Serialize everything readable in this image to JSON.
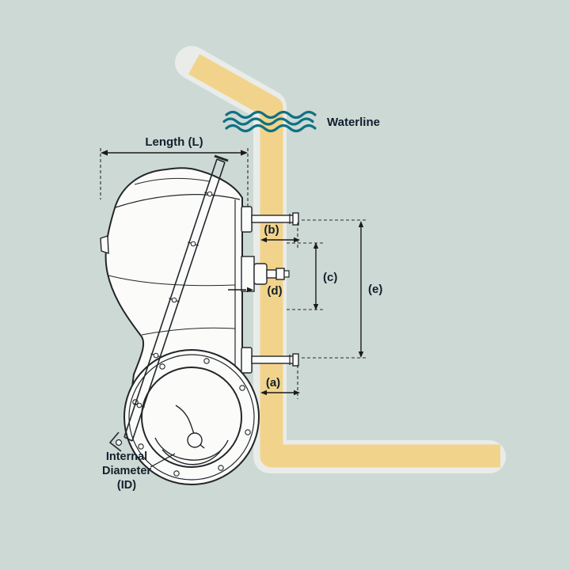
{
  "colors": {
    "background": "#cdd9d5",
    "hull": "#f2d38b",
    "hull_edge": "#e9ece8",
    "waterline": "#0f7183",
    "ink": "#23262a"
  },
  "labels": {
    "length": "Length (L)",
    "waterline": "Waterline",
    "a": "(a)",
    "b": "(b)",
    "c": "(c)",
    "d": "(d)",
    "e": "(e)",
    "internal_diameter": [
      "Internal",
      "Diameter",
      "(ID)"
    ]
  }
}
